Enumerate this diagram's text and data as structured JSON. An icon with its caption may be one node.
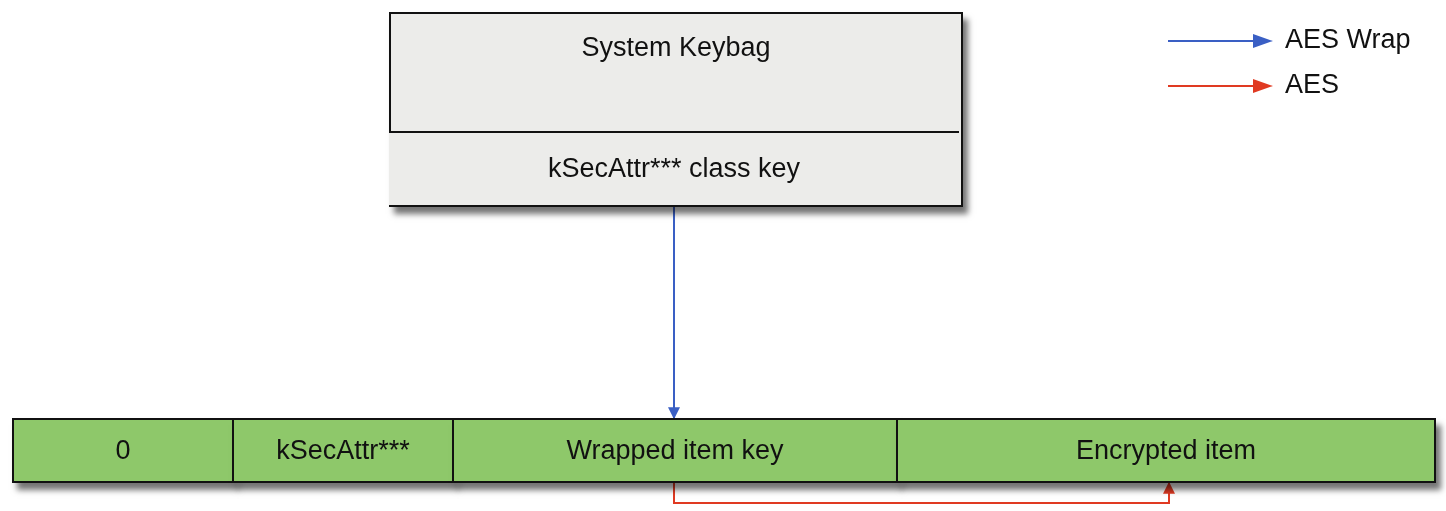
{
  "diagram": {
    "nodes": [
      {
        "text": [
          "System Keybag"
        ]
      },
      {
        "text": [
          "kSecAttr*** class key"
        ],
        "in": 0
      },
      {
        "text": [
          "0"
        ]
      },
      {
        "text": [
          "kSecAttr***"
        ]
      },
      {
        "text": [
          "Wrapped item key"
        ]
      },
      {
        "text": [
          "Encrypted item"
        ]
      }
    ],
    "edges": [
      {
        "from": 1,
        "to": 4,
        "arrow": "to",
        "color": "#3a5fc4"
      },
      {
        "from": 4,
        "to": 5,
        "arrow": "to",
        "color": "#e03a22"
      }
    ],
    "legend": [
      {
        "text": "AES Wrap",
        "color": "#3a5fc4"
      },
      {
        "text": "AES",
        "color": "#e03a22"
      }
    ]
  }
}
